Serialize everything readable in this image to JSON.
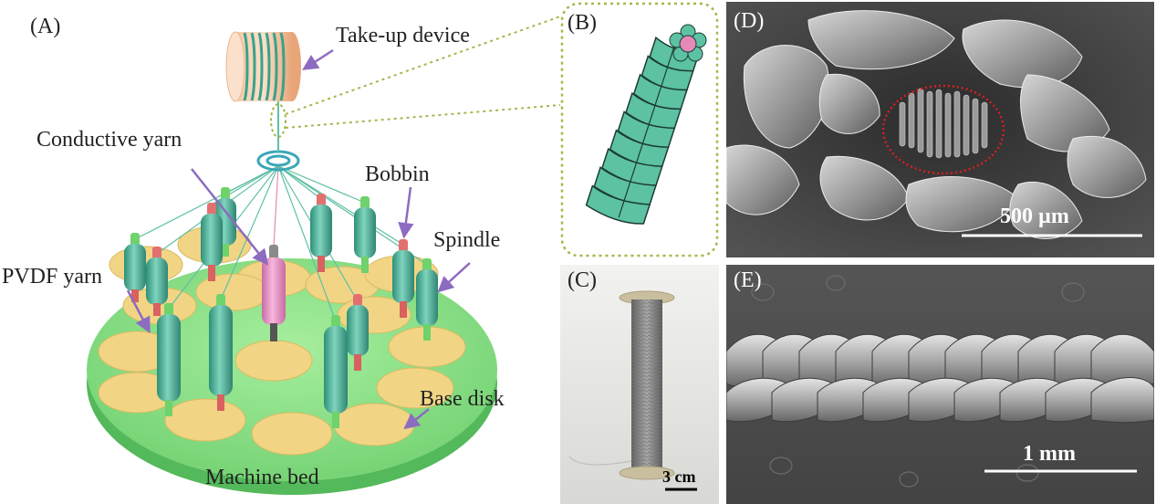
{
  "panels": {
    "a": {
      "label": "(A)",
      "callouts": {
        "take_up": "Take-up device",
        "conductive": "Conductive yarn",
        "bobbin": "Bobbin",
        "spindle": "Spindle",
        "pvdf": "PVDF yarn",
        "base_disk": "Base disk",
        "machine_bed": "Machine bed"
      }
    },
    "b": {
      "label": "(B)"
    },
    "c": {
      "label": "(C)",
      "scale_bar": "3 cm"
    },
    "d": {
      "label": "(D)",
      "scale_bar": "500 µm"
    },
    "e": {
      "label": "(E)",
      "scale_bar": "1 mm"
    }
  },
  "colors": {
    "teal": "#4fb59a",
    "pink": "#e58ab8",
    "bed_green": "#8fe08a",
    "disk_yellow": "#f3dc8e",
    "arrow_purple": "#8d6bc0",
    "dotted_green": "#a9b54a",
    "red_dotted": "#d42020",
    "spool_orange": "#f3b88c"
  },
  "icons": [
    "take-up-spool-icon",
    "braided-yarn-icon",
    "yarn-spool-photo"
  ]
}
